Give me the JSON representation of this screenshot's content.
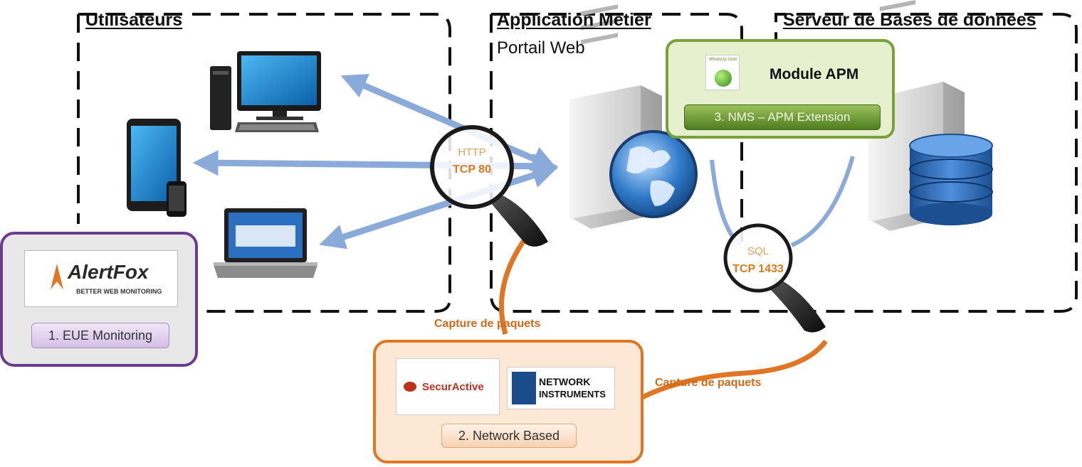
{
  "zones": {
    "users_title": "Utilisateurs",
    "app_title": "Application Métier",
    "app_subtitle": "Portail Web",
    "db_title": "Serveur de Bases de données"
  },
  "apm_module": {
    "title": "Module APM",
    "badge": "3. NMS – APM Extension",
    "logo_text": "WhatsUp Gold"
  },
  "eue_box": {
    "logo_text": "AlertFox",
    "logo_tagline": "BETTER WEB MONITORING",
    "badge": "1. EUE Monitoring"
  },
  "network_box": {
    "logo_left": "SecurActive",
    "logo_right_line1": "NETWORK",
    "logo_right_line2": "INSTRUMENTS",
    "badge": "2. Network Based"
  },
  "http_probe": {
    "protocol": "HTTP",
    "port": "TCP 80"
  },
  "sql_probe": {
    "protocol": "SQL",
    "port": "TCP 1433"
  },
  "capture": {
    "label_left": "Capture de paquets",
    "label_right": "Capture de paquets"
  },
  "colors": {
    "purple": "#6b3b8e",
    "orange": "#e07524",
    "green": "#77a33a",
    "arrow_blue": "#8aaad9",
    "sql_orange": "#e3a15c"
  }
}
